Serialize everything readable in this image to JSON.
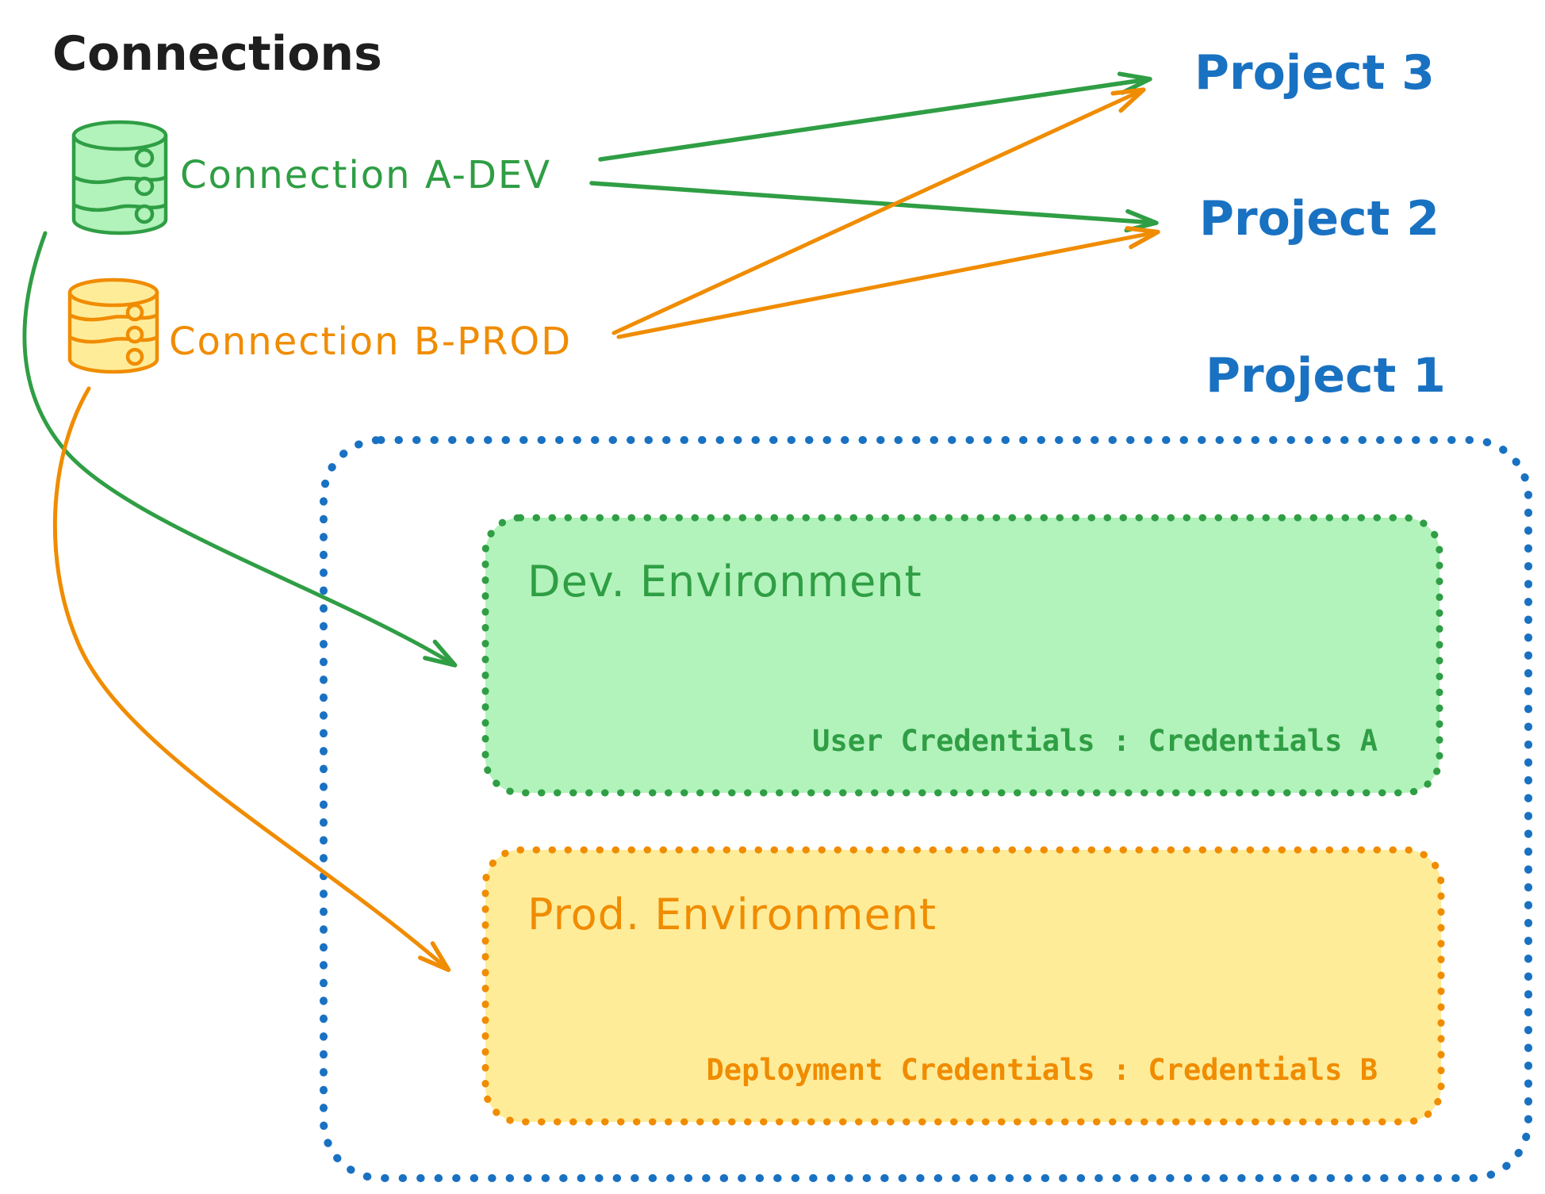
{
  "title": "Connections",
  "connections": [
    {
      "id": "a-dev",
      "label": "Connection A-DEV",
      "icon": "database-cylinder-icon",
      "color": "#2f9e44",
      "fill": "#b2f2bb"
    },
    {
      "id": "b-prod",
      "label": "Connection B-PROD",
      "icon": "database-cylinder-icon",
      "color": "#f08c00",
      "fill": "#ffec99"
    }
  ],
  "projects": [
    {
      "label": "Project 3"
    },
    {
      "label": "Project 2"
    },
    {
      "label": "Project 1"
    }
  ],
  "project1_box": {
    "environments": [
      {
        "title": "Dev. Environment",
        "credentials": "User Credentials : Credentials A",
        "stroke": "#2f9e44",
        "fill": "#b2f2bb"
      },
      {
        "title": "Prod. Environment",
        "credentials": "Deployment Credentials : Credentials B",
        "stroke": "#f08c00",
        "fill": "#ffec99"
      }
    ]
  },
  "edges": [
    {
      "from": "Connection A-DEV",
      "to": "Project 3"
    },
    {
      "from": "Connection A-DEV",
      "to": "Project 2"
    },
    {
      "from": "Connection B-PROD",
      "to": "Project 3"
    },
    {
      "from": "Connection B-PROD",
      "to": "Project 2"
    },
    {
      "from": "Connection A-DEV",
      "to": "Dev. Environment"
    },
    {
      "from": "Connection B-PROD",
      "to": "Prod. Environment"
    }
  ],
  "colors": {
    "ink": "#1e1e1e",
    "green": "#2f9e44",
    "light_green": "#b2f2bb",
    "orange": "#f08c00",
    "light_yellow": "#ffec99",
    "blue": "#1971c2"
  }
}
